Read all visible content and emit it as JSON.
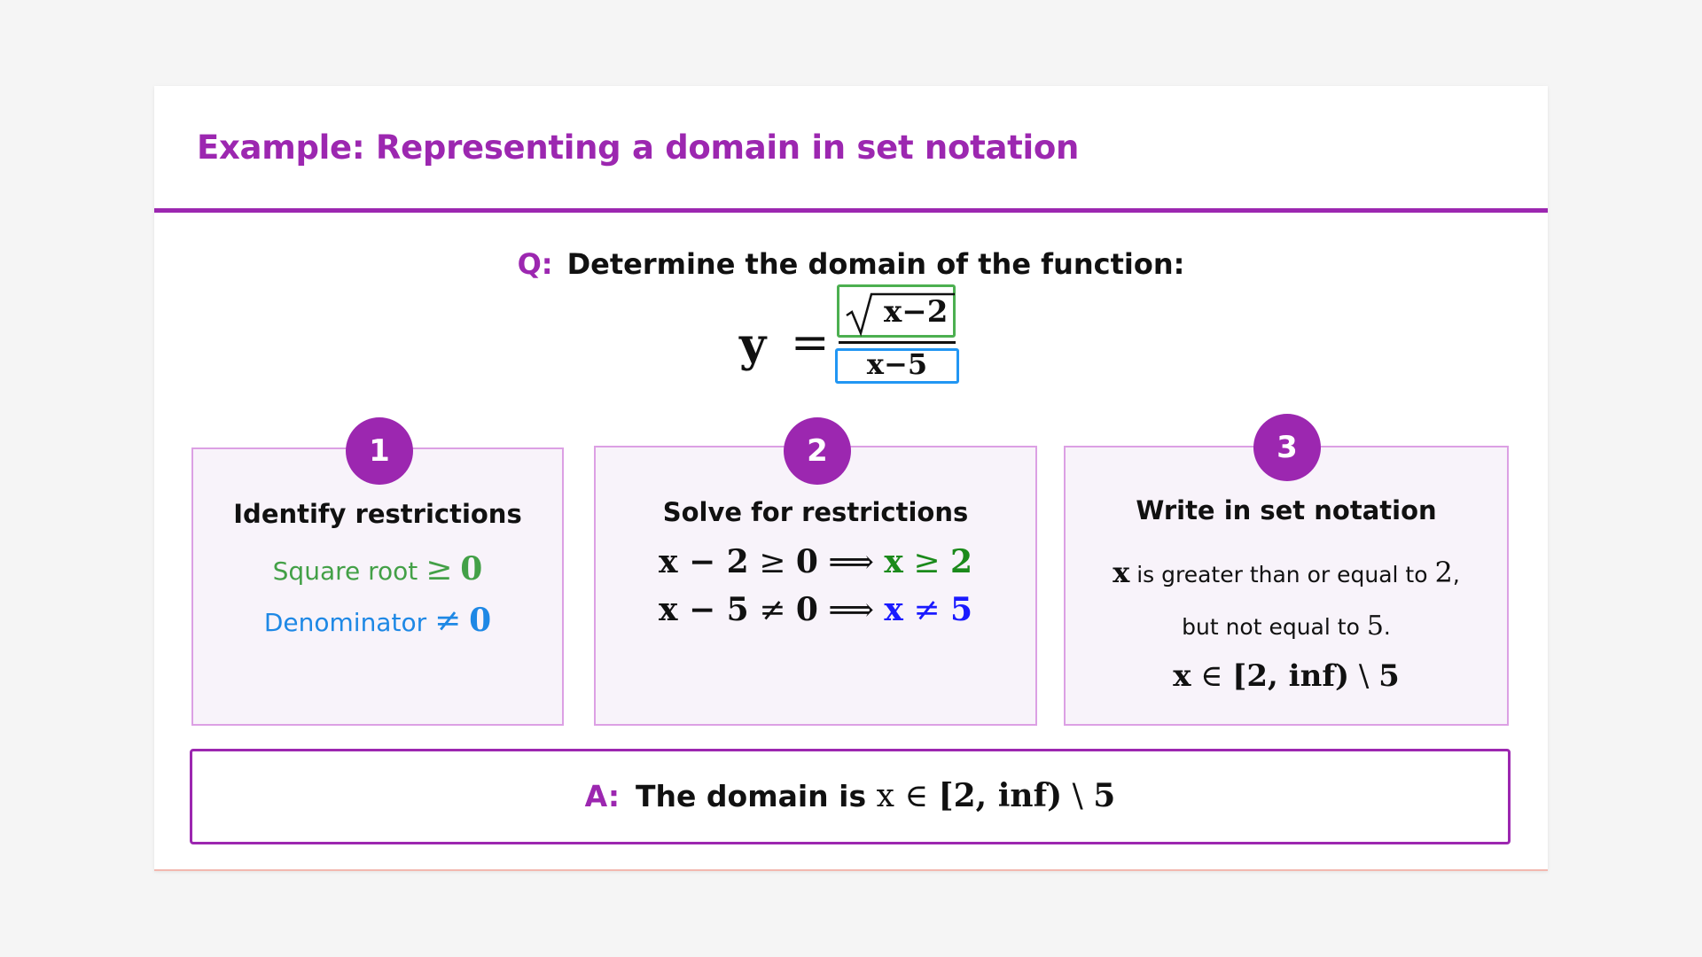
{
  "title": "Example: Representing a domain in set notation",
  "question": {
    "label": "Q:",
    "text": "Determine the domain of the function:"
  },
  "equation": {
    "lhs": "y",
    "equals": "=",
    "numerator": "x−2",
    "denominator": "x−5"
  },
  "steps": [
    {
      "number": "1",
      "title": "Identify restrictions",
      "line1_text": "Square root",
      "line1_rel": "≥",
      "line1_val": "0",
      "line2_text": "Denominator",
      "line2_rel": "≠",
      "line2_val": "0"
    },
    {
      "number": "2",
      "title": "Solve for restrictions",
      "line1_lhs": "x − 2",
      "line1_rel": "≥",
      "line1_zero": "0",
      "line1_implies": "⟹",
      "line1_result_var": "x",
      "line1_result_rel": "≥",
      "line1_result_val": "2",
      "line2_lhs": "x − 5",
      "line2_rel": "≠",
      "line2_zero": "0",
      "line2_implies": "⟹",
      "line2_result_var": "x",
      "line2_result_rel": "≠",
      "line2_result_val": "5"
    },
    {
      "number": "3",
      "title": "Write in set notation",
      "line1_var": "x",
      "line1_text": "is greater than or equal to",
      "line1_val": "2",
      "line1_punct": ",",
      "line2_text": "but not equal to",
      "line2_val": "5",
      "line2_punct": ".",
      "line3_var": "x",
      "line3_in": "∈",
      "line3_interval": "[2, inf)",
      "line3_setminus": "\\",
      "line3_val": "5"
    }
  ],
  "answer": {
    "label": "A:",
    "text": "The domain is",
    "var": "x",
    "in": "∈",
    "interval": "[2, inf)",
    "setminus": "\\",
    "val": "5"
  },
  "colors": {
    "accent": "#9c27b0",
    "numerator_box": "#4caf50",
    "denominator_box": "#2196f3",
    "card_background": "#f8f3fa",
    "card_border": "#dca0e4"
  }
}
